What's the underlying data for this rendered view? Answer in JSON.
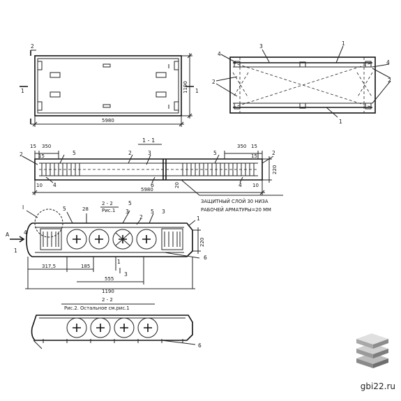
{
  "plan": {
    "length": "5980",
    "width": "1190",
    "section_mark": "2",
    "section_mark_side": "1"
  },
  "scheme": {
    "callouts": [
      "1",
      "2",
      "3",
      "4"
    ]
  },
  "section_1_1": {
    "title": "1 - 1",
    "dims_left": [
      "15",
      "350"
    ],
    "dims_right": [
      "350",
      "15"
    ],
    "height": "220",
    "length": "5980",
    "callouts": [
      "2",
      "5",
      "6",
      "3",
      "4",
      "10",
      "20"
    ],
    "note_line1": "ЗАЩИТНЫЙ СЛОЙ 30 НИЗА",
    "note_line2": "РАБОЧЕЙ АРМАТУРЫ=20 ММ"
  },
  "section_2_2_fig1": {
    "title": "2 - 2",
    "subtitle": "Рис.1",
    "mark_A": "А",
    "mark_I": "I",
    "height": "220",
    "dims": [
      "317,5",
      "185",
      "555",
      "1190",
      "28"
    ],
    "callouts": [
      "1",
      "2",
      "3",
      "4",
      "5",
      "6"
    ]
  },
  "section_2_2_fig2": {
    "title": "2 - 2",
    "caption": "Рис.2. Остальное см.рис.1",
    "callout": "6"
  },
  "watermark": "gbi22.ru"
}
